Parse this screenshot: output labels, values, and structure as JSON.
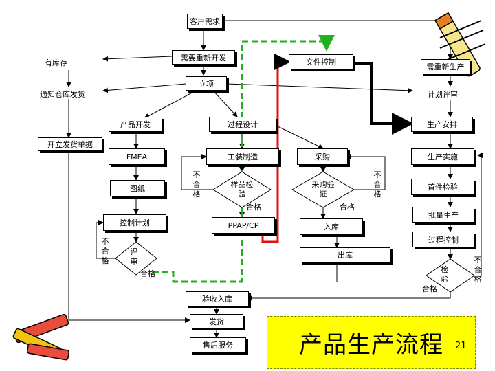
{
  "title": "产品生产流程",
  "page_number": "21",
  "boxes": {
    "customer_demand": "客户需求",
    "need_redevelop": "需要重新开发",
    "inventory": "有库存",
    "doc_control": "文件控制",
    "need_new_production": "需重新生产",
    "project_setup": "立项",
    "notify_warehouse": "通知仓库发货",
    "plan_review": "计划评审",
    "product_dev": "产品开发",
    "process_design": "过程设计",
    "production_schedule": "生产安排",
    "issue_shipping_order": "开立发货单据",
    "fmea": "FMEA",
    "tooling": "工装制造",
    "purchasing": "采购",
    "production_exec": "生产实施",
    "drawings": "图纸",
    "first_article": "首件检验",
    "control_plan": "控制计划",
    "ppap": "PPAP/CP",
    "warehousing": "入库",
    "mass_production": "批量生产",
    "process_control": "过程控制",
    "outbound": "出库",
    "accept_warehouse": "验收入库",
    "delivery": "发货",
    "after_sales": "售后服务"
  },
  "decisions": {
    "sample_test": "样品检验",
    "purchase_verify": "采购验证",
    "review": "评审",
    "inspection": "检验"
  },
  "labels": {
    "fail_1": "不合格",
    "fail_2": "不合格",
    "fail_3": "不合格",
    "fail_4": "不合格",
    "pass_1": "合格",
    "pass_2": "合格",
    "pass_3": "合格",
    "pass_4": "合格"
  }
}
